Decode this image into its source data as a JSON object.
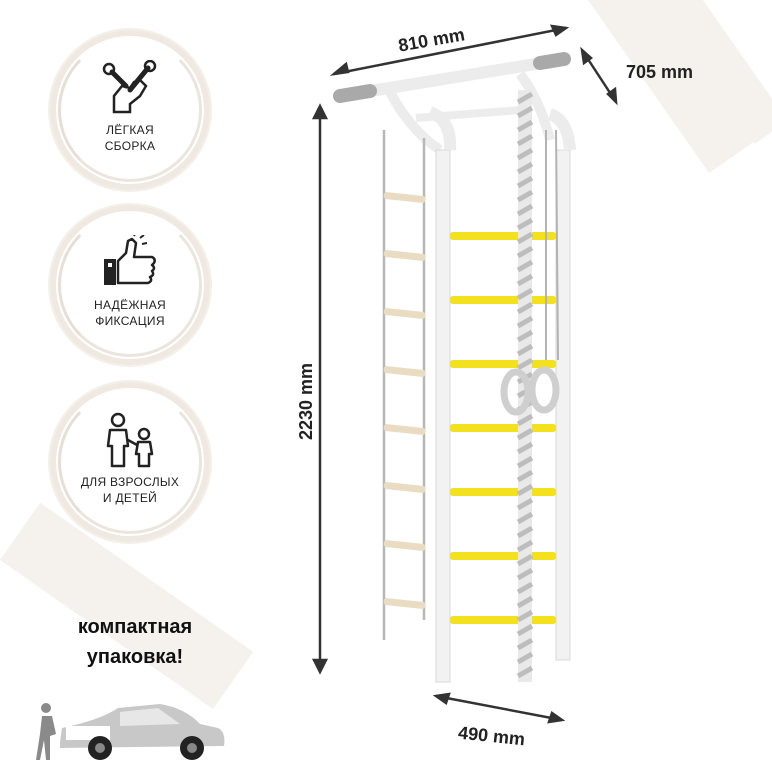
{
  "badges": [
    {
      "icon": "wrench-hand-icon",
      "label": "ЛЁГКАЯ\nСБОРКА"
    },
    {
      "icon": "thumbs-up-icon",
      "label": "НАДЁЖНАЯ\nФИКСАЦИЯ"
    },
    {
      "icon": "adult-child-icon",
      "label": "ДЛЯ ВЗРОСЛЫХ\nИ ДЕТЕЙ"
    }
  ],
  "promo_text": "компактная\nупаковка!",
  "dimensions": {
    "width_top": "810 mm",
    "depth": "705 mm",
    "height": "2230 mm",
    "width_bottom": "490 mm"
  },
  "colors": {
    "rung_yellow": "#f3e11e",
    "frame_white": "#f2f2f2",
    "background_stripe": "#f5f1ec",
    "badge_ring": "#ece5dd",
    "rope_grey": "#bdbdbd",
    "wood_rung": "#e9dcc2",
    "car_grey": "#c8c8c8"
  }
}
